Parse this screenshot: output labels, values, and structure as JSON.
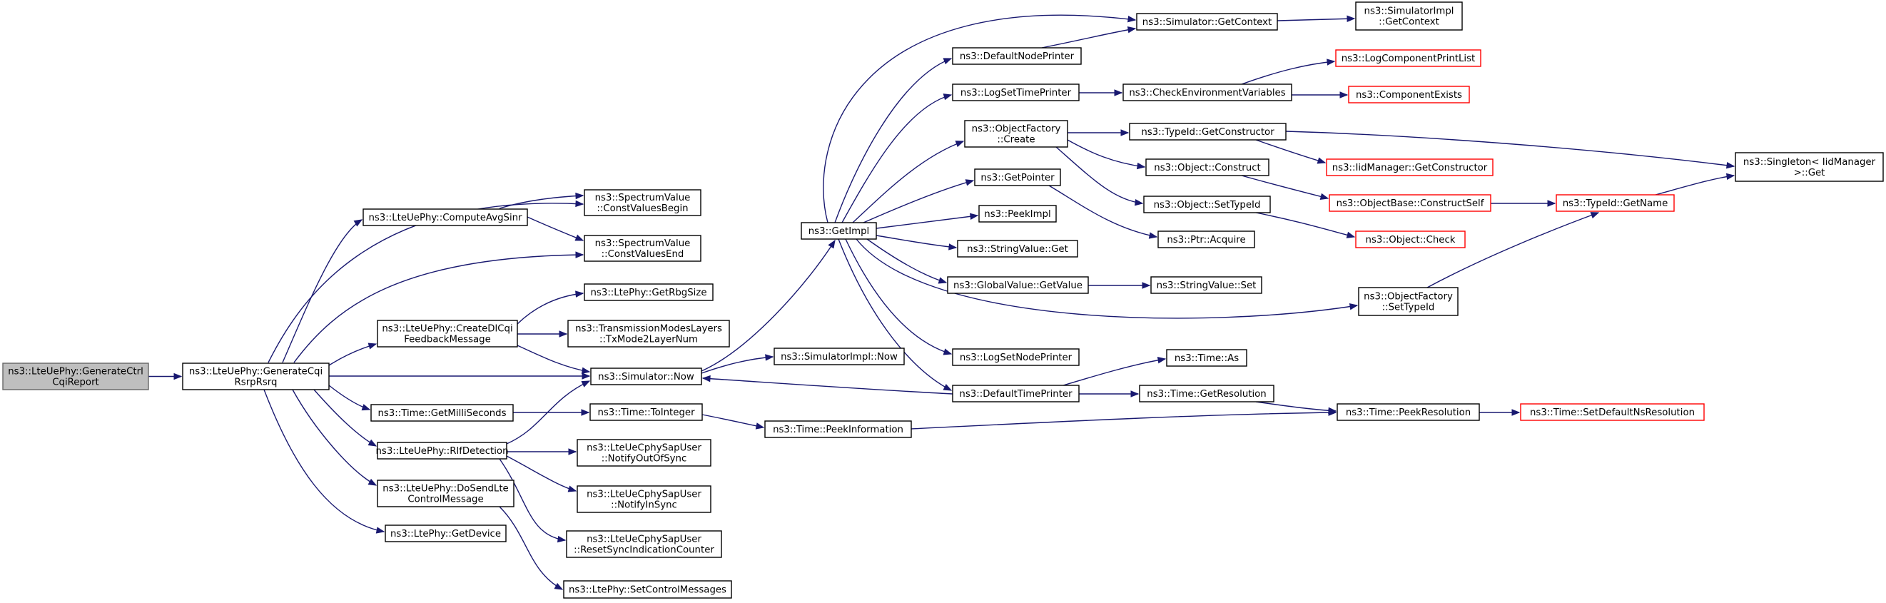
{
  "colors": {
    "edge": "#191970",
    "root_fill": "#bfbfbf",
    "root_stroke": "#666666",
    "box_stroke": "#000000",
    "external_stroke": "#ff0000"
  },
  "nodes": [
    {
      "id": "n0",
      "lines": [
        "ns3::LteUePhy::GenerateCtrl",
        "CqiReport"
      ],
      "kind": "root"
    },
    {
      "id": "n1",
      "lines": [
        "ns3::LteUePhy::GenerateCqi",
        "RsrpRsrq"
      ]
    },
    {
      "id": "n2",
      "lines": [
        "ns3::SpectrumValue",
        "::ConstValuesBegin"
      ]
    },
    {
      "id": "n3",
      "lines": [
        "ns3::LteUePhy::ComputeAvgSinr"
      ]
    },
    {
      "id": "n4",
      "lines": [
        "ns3::SpectrumValue",
        "::ConstValuesEnd"
      ]
    },
    {
      "id": "n5",
      "lines": [
        "ns3::LtePhy::GetRbgSize"
      ]
    },
    {
      "id": "n6",
      "lines": [
        "ns3::LteUePhy::CreateDlCqi",
        "FeedbackMessage"
      ]
    },
    {
      "id": "n7",
      "lines": [
        "ns3::TransmissionModesLayers",
        "::TxMode2LayerNum"
      ]
    },
    {
      "id": "n8",
      "lines": [
        "ns3::Simulator::Now"
      ]
    },
    {
      "id": "n9",
      "lines": [
        "ns3::Time::GetMilliSeconds"
      ]
    },
    {
      "id": "n10",
      "lines": [
        "ns3::Time::ToInteger"
      ]
    },
    {
      "id": "n11",
      "lines": [
        "ns3::LteUePhy::RlfDetection"
      ]
    },
    {
      "id": "n12",
      "lines": [
        "ns3::LteUeCphySapUser",
        "::NotifyOutOfSync"
      ]
    },
    {
      "id": "n13",
      "lines": [
        "ns3::LteUePhy::DoSendLte",
        "ControlMessage"
      ]
    },
    {
      "id": "n14",
      "lines": [
        "ns3::LteUeCphySapUser",
        "::NotifyInSync"
      ]
    },
    {
      "id": "n15",
      "lines": [
        "ns3::LtePhy::GetDevice"
      ]
    },
    {
      "id": "n16",
      "lines": [
        "ns3::LteUeCphySapUser",
        "::ResetSyncIndicationCounter"
      ]
    },
    {
      "id": "n17",
      "lines": [
        "ns3::LtePhy::SetControlMessages"
      ]
    },
    {
      "id": "n18",
      "lines": [
        "ns3::GetImpl"
      ]
    },
    {
      "id": "n19",
      "lines": [
        "ns3::SimulatorImpl::Now"
      ]
    },
    {
      "id": "n20",
      "lines": [
        "ns3::Time::PeekInformation"
      ]
    },
    {
      "id": "n21",
      "lines": [
        "ns3::DefaultNodePrinter"
      ]
    },
    {
      "id": "n22",
      "lines": [
        "ns3::Simulator::GetContext"
      ]
    },
    {
      "id": "n23",
      "lines": [
        "ns3::SimulatorImpl",
        "::GetContext"
      ]
    },
    {
      "id": "n24",
      "lines": [
        "ns3::LogSetTimePrinter"
      ]
    },
    {
      "id": "n25",
      "lines": [
        "ns3::CheckEnvironmentVariables"
      ]
    },
    {
      "id": "n26",
      "lines": [
        "ns3::LogComponentPrintList"
      ],
      "kind": "ext"
    },
    {
      "id": "n27",
      "lines": [
        "ns3::ComponentExists"
      ],
      "kind": "ext"
    },
    {
      "id": "n28",
      "lines": [
        "ns3::ObjectFactory",
        "::Create"
      ]
    },
    {
      "id": "n29",
      "lines": [
        "ns3::TypeId::GetConstructor"
      ]
    },
    {
      "id": "n30",
      "lines": [
        "ns3::IidManager::GetConstructor"
      ],
      "kind": "ext"
    },
    {
      "id": "n31",
      "lines": [
        "ns3::Singleton< IidManager",
        ">::Get"
      ]
    },
    {
      "id": "n32",
      "lines": [
        "ns3::Object::Construct"
      ]
    },
    {
      "id": "n33",
      "lines": [
        "ns3::ObjectBase::ConstructSelf"
      ],
      "kind": "ext"
    },
    {
      "id": "n34",
      "lines": [
        "ns3::TypeId::GetName"
      ],
      "kind": "ext"
    },
    {
      "id": "n35",
      "lines": [
        "ns3::GetPointer"
      ]
    },
    {
      "id": "n36",
      "lines": [
        "ns3::Object::SetTypeId"
      ]
    },
    {
      "id": "n37",
      "lines": [
        "ns3::PeekImpl"
      ]
    },
    {
      "id": "n38",
      "lines": [
        "ns3::Object::Check"
      ],
      "kind": "ext"
    },
    {
      "id": "n39",
      "lines": [
        "ns3::StringValue::Get"
      ]
    },
    {
      "id": "n40",
      "lines": [
        "ns3::Ptr::Acquire"
      ]
    },
    {
      "id": "n41",
      "lines": [
        "ns3::GlobalValue::GetValue"
      ]
    },
    {
      "id": "n42",
      "lines": [
        "ns3::StringValue::Set"
      ]
    },
    {
      "id": "n43",
      "lines": [
        "ns3::ObjectFactory",
        "::SetTypeId"
      ]
    },
    {
      "id": "n44",
      "lines": [
        "ns3::LogSetNodePrinter"
      ]
    },
    {
      "id": "n45",
      "lines": [
        "ns3::DefaultTimePrinter"
      ]
    },
    {
      "id": "n46",
      "lines": [
        "ns3::Time::As"
      ]
    },
    {
      "id": "n47",
      "lines": [
        "ns3::Time::GetResolution"
      ]
    },
    {
      "id": "n48",
      "lines": [
        "ns3::Time::PeekResolution"
      ]
    },
    {
      "id": "n49",
      "lines": [
        "ns3::Time::SetDefaultNsResolution"
      ],
      "kind": "ext"
    }
  ],
  "edges": [
    [
      "n0",
      "n1"
    ],
    [
      "n1",
      "n2"
    ],
    [
      "n1",
      "n3"
    ],
    [
      "n1",
      "n4"
    ],
    [
      "n1",
      "n6"
    ],
    [
      "n1",
      "n8"
    ],
    [
      "n1",
      "n9"
    ],
    [
      "n1",
      "n11"
    ],
    [
      "n1",
      "n13"
    ],
    [
      "n1",
      "n15"
    ],
    [
      "n3",
      "n2"
    ],
    [
      "n3",
      "n4"
    ],
    [
      "n6",
      "n5"
    ],
    [
      "n6",
      "n7"
    ],
    [
      "n6",
      "n8"
    ],
    [
      "n8",
      "n18"
    ],
    [
      "n8",
      "n19"
    ],
    [
      "n9",
      "n10"
    ],
    [
      "n10",
      "n20"
    ],
    [
      "n11",
      "n8"
    ],
    [
      "n11",
      "n12"
    ],
    [
      "n11",
      "n14"
    ],
    [
      "n11",
      "n16"
    ],
    [
      "n13",
      "n17"
    ],
    [
      "n18",
      "n21"
    ],
    [
      "n18",
      "n22"
    ],
    [
      "n18",
      "n24"
    ],
    [
      "n18",
      "n28"
    ],
    [
      "n18",
      "n35"
    ],
    [
      "n18",
      "n37"
    ],
    [
      "n18",
      "n39"
    ],
    [
      "n18",
      "n41"
    ],
    [
      "n18",
      "n43"
    ],
    [
      "n18",
      "n44"
    ],
    [
      "n18",
      "n45"
    ],
    [
      "n21",
      "n22"
    ],
    [
      "n22",
      "n23"
    ],
    [
      "n24",
      "n25"
    ],
    [
      "n25",
      "n26"
    ],
    [
      "n25",
      "n27"
    ],
    [
      "n28",
      "n29"
    ],
    [
      "n28",
      "n32"
    ],
    [
      "n28",
      "n36"
    ],
    [
      "n29",
      "n30"
    ],
    [
      "n29",
      "n31"
    ],
    [
      "n32",
      "n33"
    ],
    [
      "n33",
      "n34"
    ],
    [
      "n34",
      "n31"
    ],
    [
      "n35",
      "n40"
    ],
    [
      "n36",
      "n38"
    ],
    [
      "n41",
      "n42"
    ],
    [
      "n43",
      "n34"
    ],
    [
      "n45",
      "n8"
    ],
    [
      "n45",
      "n46"
    ],
    [
      "n45",
      "n47"
    ],
    [
      "n47",
      "n48"
    ],
    [
      "n20",
      "n48"
    ],
    [
      "n48",
      "n49"
    ]
  ]
}
